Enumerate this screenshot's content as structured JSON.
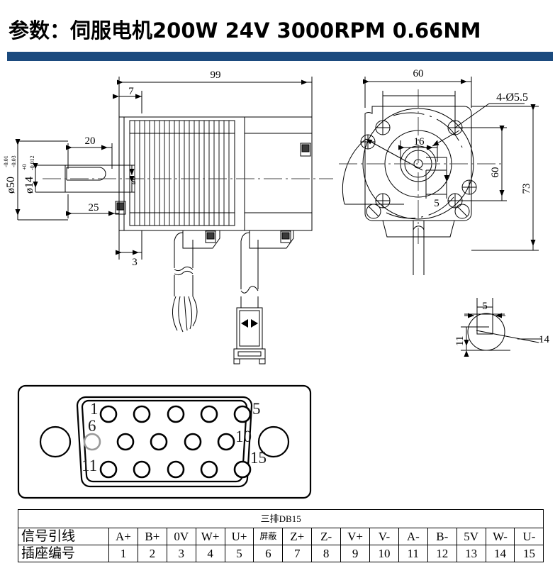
{
  "header": {
    "title": "参数：伺服电机200W 24V 3000RPM 0.66NM",
    "accent_color": "#1b4a7e"
  },
  "drawing": {
    "side_view": {
      "name": "motor-side-view",
      "dimensions": {
        "overall_length": "99",
        "flange_thickness": "7",
        "shaft_length": "20",
        "shaft_step": "25",
        "foot_offset": "3",
        "flange_diameter": "50",
        "flange_tol_upper": "-0.01",
        "flange_tol_lower": "-0.03",
        "shaft_diameter": "14",
        "shaft_tol_upper": "+0",
        "shaft_tol_lower": "-0.012",
        "inner_bore": "8"
      }
    },
    "front_view": {
      "name": "motor-front-view",
      "dimensions": {
        "bolt_spacing_h": "60",
        "bolt_spacing_v": "60",
        "body_width": "73",
        "mounting_holes": "4-Ø5.5",
        "pilot_diameter": "16",
        "key_width": "5"
      }
    },
    "keyway_detail": {
      "name": "shaft-keyway-detail",
      "dimensions": {
        "key_width": "5",
        "key_depth": "11",
        "shaft_diameter": "14"
      }
    }
  },
  "db15": {
    "name": "db15-connector-pinout",
    "pin_labels": {
      "top_left": "1",
      "top_right": "5",
      "mid_left": "6",
      "mid_right": "10",
      "bottom_left": "11",
      "bottom_right": "15"
    }
  },
  "pin_table": {
    "title": "三排DB15",
    "rows": [
      {
        "label": "信号引线",
        "cells": [
          "A+",
          "B+",
          "0V",
          "W+",
          "U+",
          "屏蔽",
          "Z+",
          "Z-",
          "V+",
          "V-",
          "A-",
          "B-",
          "5V",
          "W-",
          "U-"
        ]
      },
      {
        "label": "插座编号",
        "cells": [
          "1",
          "2",
          "3",
          "4",
          "5",
          "6",
          "7",
          "8",
          "9",
          "10",
          "11",
          "12",
          "13",
          "14",
          "15"
        ]
      }
    ]
  }
}
